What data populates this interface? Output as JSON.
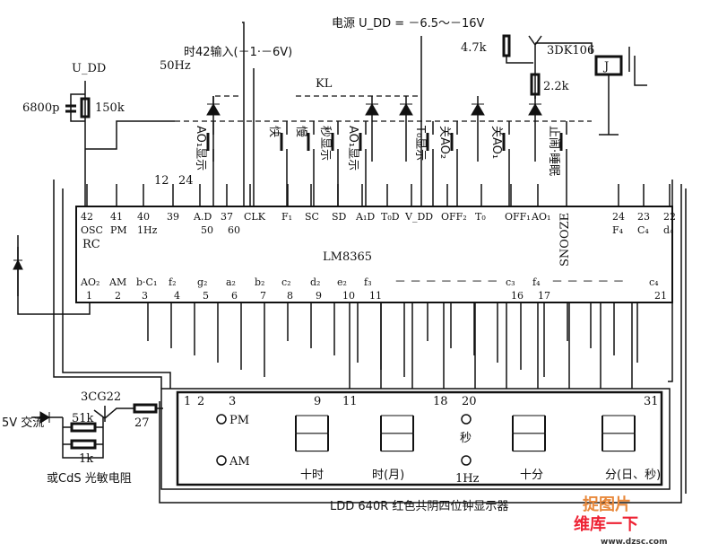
{
  "supply": {
    "label": "电源 U_DD = －6.5～－16V",
    "vdd": "U_DD"
  },
  "clock_input": {
    "label": "时42输入(－1·－6V)",
    "freq": "50Hz"
  },
  "rc": {
    "cap": "6800p",
    "res": "150k"
  },
  "relay": {
    "r1": "4.7k",
    "transistor": "3DK106",
    "r2": "2.2k",
    "coil": "J"
  },
  "kl": "KL",
  "switches": [
    "AO₁显示",
    "快",
    "慢",
    "秒显示",
    "AO₁显示",
    "T₀显示",
    "关AO₂",
    "关AO₁",
    "止闹·睡眠"
  ],
  "pin_12_24": [
    "12",
    "24"
  ],
  "chip": {
    "name": "LM8365",
    "top_pins": [
      {
        "num": "42",
        "label": "OSC"
      },
      {
        "num": "41",
        "label": "PM"
      },
      {
        "num": "40",
        "label": "1Hz"
      },
      {
        "num": "39",
        "label": ""
      },
      {
        "num": "A.D",
        "label": "50"
      },
      {
        "num": "37",
        "label": "60"
      },
      {
        "num": "CLK",
        "label": ""
      },
      {
        "num": "F₁",
        "label": ""
      },
      {
        "num": "SC",
        "label": ""
      },
      {
        "num": "SD",
        "label": ""
      },
      {
        "num": "A₁D",
        "label": ""
      },
      {
        "num": "T₀D",
        "label": ""
      },
      {
        "num": "V_DD",
        "label": ""
      },
      {
        "num": "OFF₂",
        "label": ""
      },
      {
        "num": "T₀",
        "label": ""
      },
      {
        "num": "OFF₁",
        "label": ""
      },
      {
        "num": "AO₁",
        "label": ""
      },
      {
        "num": "24",
        "label": "F₄"
      },
      {
        "num": "23",
        "label": "C₄"
      },
      {
        "num": "22",
        "label": "d₄"
      }
    ],
    "rc_label": "RC",
    "snooze": "SNOOZE",
    "bottom_pins": [
      {
        "num": "1",
        "label": "AO₂"
      },
      {
        "num": "2",
        "label": "AM"
      },
      {
        "num": "3",
        "label": "b·C₁"
      },
      {
        "num": "4",
        "label": "f₂"
      },
      {
        "num": "5",
        "label": "g₂"
      },
      {
        "num": "6",
        "label": "a₂"
      },
      {
        "num": "7",
        "label": "b₂"
      },
      {
        "num": "8",
        "label": "c₂"
      },
      {
        "num": "9",
        "label": "d₂"
      },
      {
        "num": "10",
        "label": "e₂"
      },
      {
        "num": "11",
        "label": "f₃"
      },
      {
        "num": "16",
        "label": "c₃"
      },
      {
        "num": "17",
        "label": "f₄"
      },
      {
        "num": "21",
        "label": "c₄"
      }
    ]
  },
  "display": {
    "name": "LDD 640R 红色共阴四位钟显示器",
    "pins": [
      "1",
      "2",
      "3",
      "9",
      "11",
      "18",
      "20",
      "31"
    ],
    "pm": "PM",
    "am": "AM",
    "sec": "秒",
    "hz": "1Hz",
    "digits": [
      "十时",
      "时(月)",
      "十分",
      "分(日、秒)"
    ]
  },
  "brightness": {
    "transistor": "3CG22",
    "r1": "51k",
    "r2": "1k",
    "r3": "27",
    "source": "5V 交流",
    "note": "或CdS 光敏电阻"
  },
  "watermark": {
    "line1": "捉图片",
    "line2": "维库一下",
    "url": "www.dzsc.com"
  }
}
